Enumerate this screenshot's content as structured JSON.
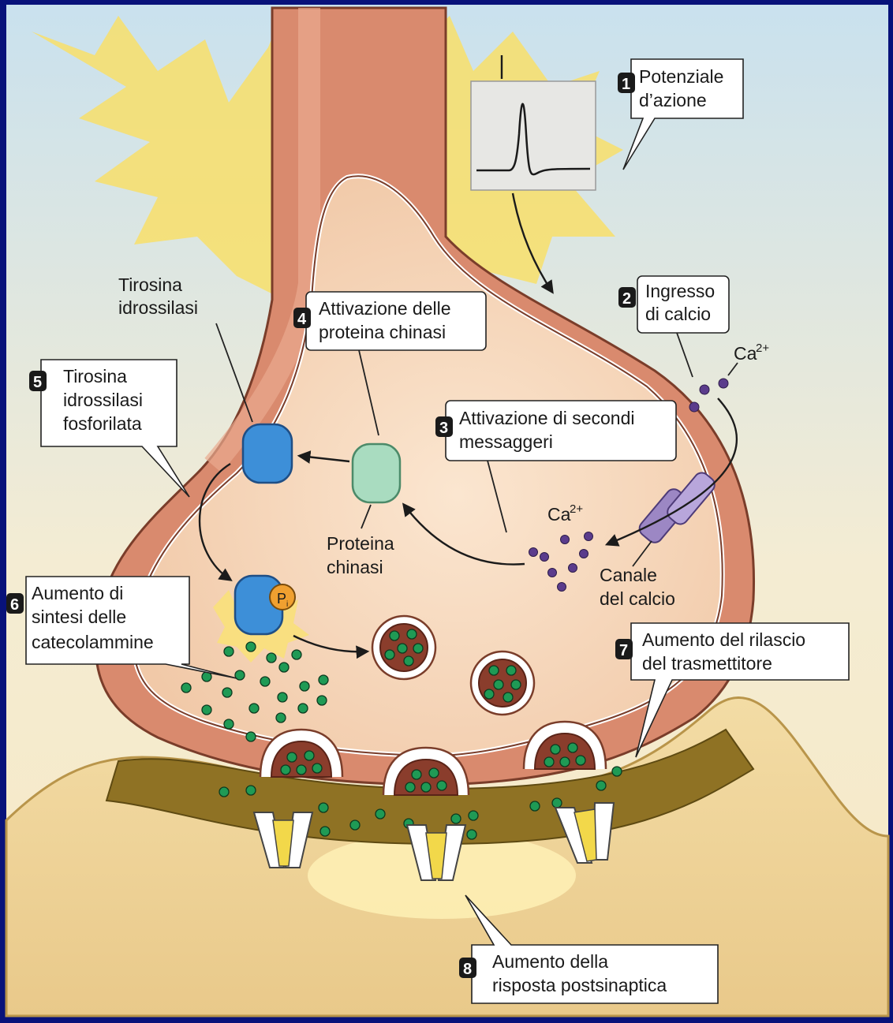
{
  "steps": [
    {
      "n": "1",
      "label": [
        "Potenziale",
        "d’azione"
      ]
    },
    {
      "n": "2",
      "label": [
        "Ingresso",
        "di calcio"
      ]
    },
    {
      "n": "3",
      "label": [
        "Attivazione di secondi",
        "messaggeri"
      ]
    },
    {
      "n": "4",
      "label": [
        "Attivazione delle",
        "proteina chinasi"
      ]
    },
    {
      "n": "5",
      "label": [
        "Tirosina",
        "idrossilasi",
        "fosforilata"
      ]
    },
    {
      "n": "6",
      "label": [
        "Aumento di",
        "sintesi delle",
        "catecolammine"
      ]
    },
    {
      "n": "7",
      "label": [
        "Aumento del rilascio",
        "del trasmettitore"
      ]
    },
    {
      "n": "8",
      "label": [
        "Aumento della",
        "risposta postsinaptica"
      ]
    }
  ],
  "labels": {
    "tyrosine_hydroxylase": [
      "Tirosina",
      "idrossilasi"
    ],
    "protein_kinase": [
      "Proteina",
      "chinasi"
    ],
    "calcium_channel": [
      "Canale",
      "del calcio"
    ],
    "calcium_ion": "Ca",
    "calcium_charge": "2+",
    "phosphate": "P",
    "phosphate_sub": "i"
  },
  "colors": {
    "background_frame": "#08127a",
    "terminal_outer": "#d98a6e",
    "terminal_inner": "#f6d8b9",
    "enzyme_blue": "#3d8fd8",
    "kinase_green": "#a9dcc0",
    "transmitter_green": "#1f9a55",
    "calcium_purple": "#5b3c8c",
    "synaptic_cleft": "#8a6b1e",
    "receptor_yellow": "#f2d84a",
    "phosphate_orange": "#f0a030"
  }
}
